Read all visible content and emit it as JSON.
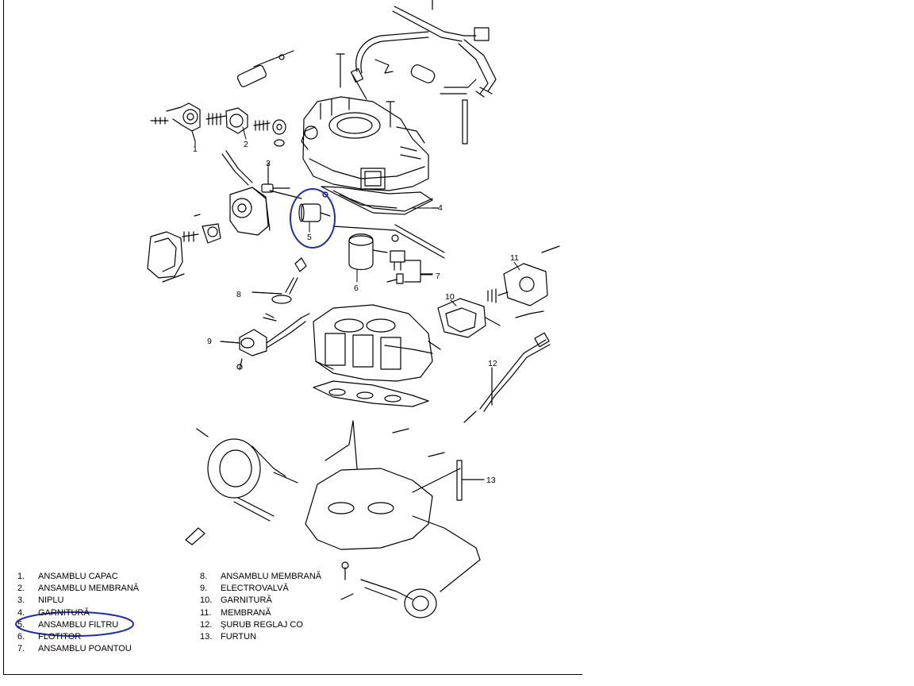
{
  "diagram": {
    "callouts": [
      {
        "id": "c1",
        "text": "1"
      },
      {
        "id": "c2",
        "text": "2"
      },
      {
        "id": "c3",
        "text": "3"
      },
      {
        "id": "c4",
        "text": "4"
      },
      {
        "id": "c5",
        "text": "5"
      },
      {
        "id": "c6",
        "text": "6"
      },
      {
        "id": "c7",
        "text": "7"
      },
      {
        "id": "c8",
        "text": "8"
      },
      {
        "id": "c9",
        "text": "9"
      },
      {
        "id": "c10",
        "text": "10"
      },
      {
        "id": "c11",
        "text": "11"
      },
      {
        "id": "c12",
        "text": "12"
      },
      {
        "id": "c13",
        "text": "13"
      }
    ],
    "highlight_color": "#1f2fa8"
  },
  "legend": {
    "left": [
      {
        "num": "1.",
        "label": "ANSAMBLU CAPAC"
      },
      {
        "num": "2.",
        "label": "ANSAMBLU MEMBRANĂ"
      },
      {
        "num": "3.",
        "label": "NIPLU"
      },
      {
        "num": "4.",
        "label": "GARNITURĂ"
      },
      {
        "num": "5.",
        "label": "ANSAMBLU FILTRU"
      },
      {
        "num": "6.",
        "label": "FLOTITOR"
      },
      {
        "num": "7.",
        "label": "ANSAMBLU POANTOU"
      }
    ],
    "right": [
      {
        "num": "8.",
        "label": "ANSAMBLU MEMBRANĂ"
      },
      {
        "num": "9.",
        "label": "ELECTROVALVĂ"
      },
      {
        "num": "10.",
        "label": "GARNITURĂ"
      },
      {
        "num": "11.",
        "label": "MEMBRANĂ"
      },
      {
        "num": "12.",
        "label": "ŞURUB REGLAJ CO"
      },
      {
        "num": "13.",
        "label": "FURTUN"
      }
    ]
  }
}
